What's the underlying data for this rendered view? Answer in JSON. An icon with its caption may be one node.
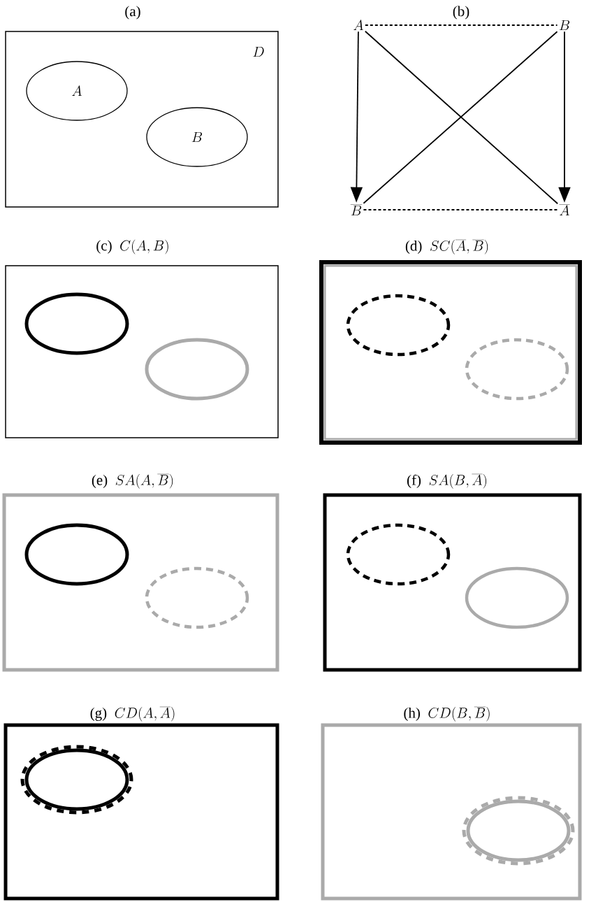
{
  "diagram": {
    "nodes": [
      {
        "text": [
          "(a)",
          "D"
        ]
      },
      {
        "text": [
          "A"
        ],
        "in": 0
      },
      {
        "text": [
          "B"
        ],
        "in": 0
      },
      {
        "text": [
          "A"
        ]
      },
      {
        "text": [
          "B"
        ]
      },
      {
        "text": [
          "\\overline{B}"
        ]
      },
      {
        "text": [
          "\\overline{A}"
        ]
      },
      {
        "text": [
          "(c)",
          "C(A,B)"
        ]
      },
      {
        "text": [],
        "shape": "ellipse",
        "in": 7
      },
      {
        "text": [],
        "shape": "ellipse",
        "in": 7
      },
      {
        "text": [
          "(d)",
          "SC(\\overline{A},\\overline{B})"
        ]
      },
      {
        "text": [],
        "shape": "ellipse",
        "in": 10
      },
      {
        "text": [],
        "shape": "ellipse",
        "in": 10
      },
      {
        "text": [
          "(e)",
          "SA(A,\\overline{B})"
        ]
      },
      {
        "text": [],
        "shape": "ellipse",
        "in": 13
      },
      {
        "text": [],
        "shape": "ellipse",
        "in": 13
      },
      {
        "text": [
          "(f)",
          "SA(B,\\overline{A})"
        ]
      },
      {
        "text": [],
        "shape": "ellipse",
        "in": 16
      },
      {
        "text": [],
        "shape": "ellipse",
        "in": 16
      },
      {
        "text": [
          "(g)",
          "CD(A,\\overline{A})"
        ]
      },
      {
        "text": [],
        "shape": "ellipse",
        "in": 19
      },
      {
        "text": [
          "(h)",
          "CD(B,\\overline{B})"
        ]
      },
      {
        "text": [],
        "shape": "ellipse",
        "in": 21
      }
    ],
    "edges": [
      {
        "from": 3,
        "to": 4,
        "arrow": "none",
        "style": "dashed"
      },
      {
        "from": 3,
        "to": 5,
        "arrow": "to"
      },
      {
        "from": 3,
        "to": 6,
        "arrow": "none"
      },
      {
        "from": 4,
        "to": 5,
        "arrow": "none"
      },
      {
        "from": 4,
        "to": 6,
        "arrow": "to"
      },
      {
        "from": 5,
        "to": 6,
        "arrow": "none",
        "style": "dashed"
      }
    ],
    "labels": [
      "(b)"
    ]
  }
}
